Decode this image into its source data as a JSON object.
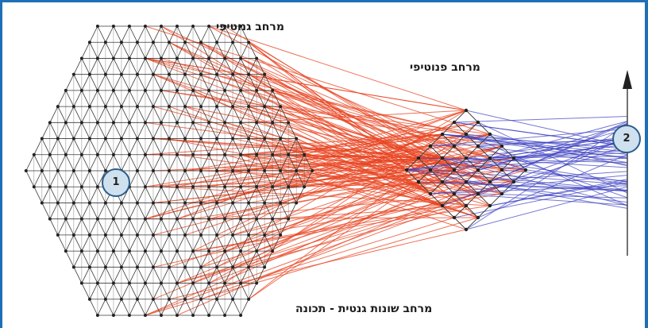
{
  "labels": {
    "genotypic_space": "מרחב גנוטיפי",
    "phenotypic_space": "מרחב פנוטיפי",
    "genetic_variance_trait": "מרחב שונות גנטית - תכונה"
  },
  "markers": {
    "one": "1",
    "two": "2"
  },
  "colors": {
    "frame": "#1e6fb6",
    "lattice": "#3a3a3a",
    "red_edges": "#e8431f",
    "blue_edges": "#3b3fc0",
    "marker_fill": "#cfe0ee"
  }
}
